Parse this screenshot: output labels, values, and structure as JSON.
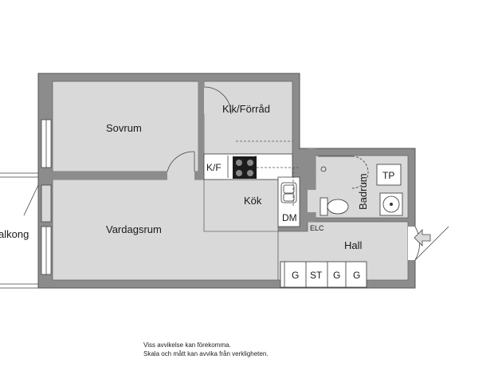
{
  "rooms": {
    "sovrum": "Sovrum",
    "klk": "Klk/Förråd",
    "vardagsrum": "Vardagsrum",
    "kok": "Kök",
    "badrum": "Badrum",
    "hall": "Hall",
    "balkong": "alkong"
  },
  "fixtures": {
    "kf": "K/F",
    "dm": "DM",
    "elc": "ELC",
    "tp": "TP",
    "closets": [
      "G",
      "ST",
      "G",
      "G"
    ]
  },
  "colors": {
    "floor": "#d9d9d9",
    "wall": "#888888",
    "outline": "#555555"
  },
  "icons": [
    "stove-icon",
    "sink-icon",
    "shower-icon",
    "toilet-icon",
    "washbasin-icon",
    "entrance-arrow-icon"
  ],
  "disclaimer": {
    "line1": "Viss avvikelse kan förekomma.",
    "line2": "Skala och mått kan avvika från verkligheten."
  }
}
